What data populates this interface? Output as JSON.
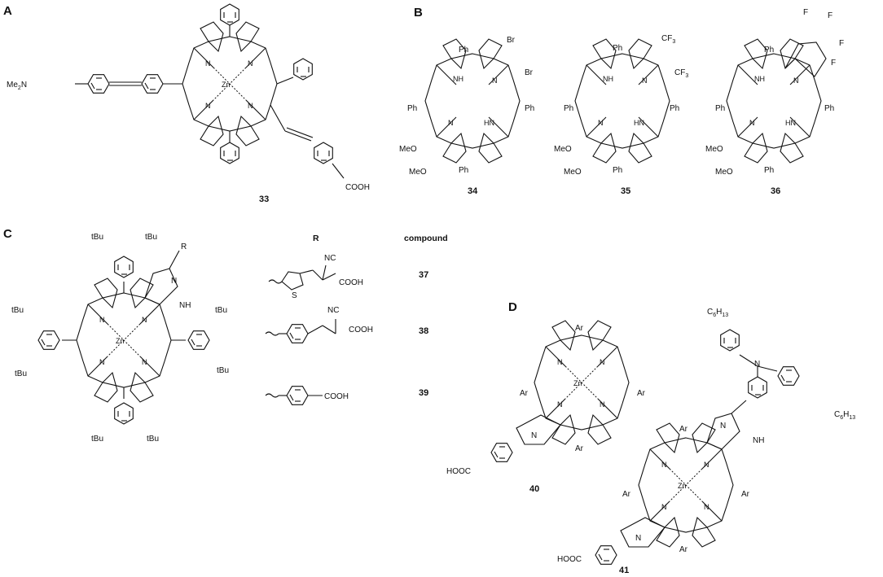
{
  "panels": {
    "A": {
      "letter": "A"
    },
    "B": {
      "letter": "B"
    },
    "C": {
      "letter": "C"
    },
    "D": {
      "letter": "D"
    }
  },
  "compounds": {
    "c33": "33",
    "c34": "34",
    "c35": "35",
    "c36": "36",
    "c37": "37",
    "c38": "38",
    "c39": "39",
    "c40": "40",
    "c41": "41"
  },
  "table": {
    "r_header": "R",
    "compound_header": "compound"
  },
  "atoms": {
    "zn": "Zn",
    "n": "N",
    "nh": "NH",
    "hn": "HN",
    "ph": "Ph",
    "br": "Br",
    "cf3": "CF",
    "cf3_sub": "3",
    "f": "F",
    "meo": "MeO",
    "tbu": "tBu",
    "me2n": "Me",
    "me2n_sub": "2",
    "me2n_tail": "N",
    "cooh": "COOH",
    "hooc": "HOOC",
    "nc": "NC",
    "s": "S",
    "r": "R",
    "ar": "Ar",
    "c6h13_c": "C",
    "c6h13_6": "6",
    "c6h13_h": "H",
    "c6h13_13": "13"
  }
}
